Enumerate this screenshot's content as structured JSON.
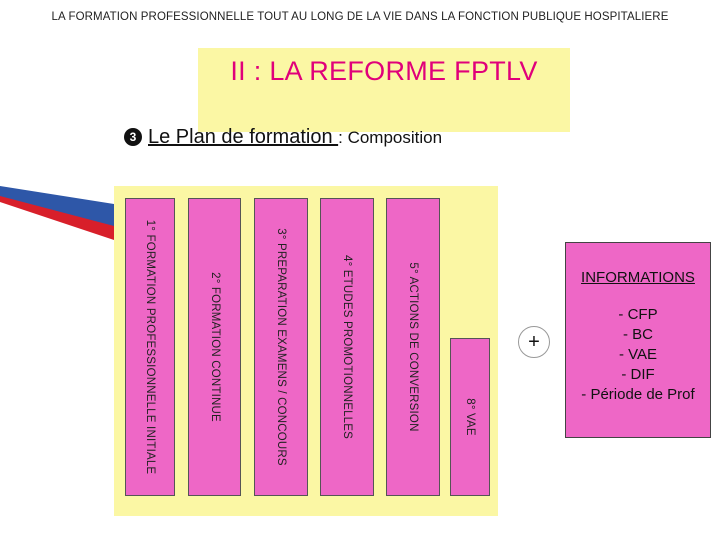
{
  "header": {
    "text": "LA FORMATION PROFESSIONNELLE TOUT AU LONG DE LA VIE DANS LA FONCTION PUBLIQUE HOSPITALIERE"
  },
  "title": {
    "text": "II : LA REFORME FPTLV"
  },
  "subtitle": {
    "number": "3",
    "underlined": "Le Plan de formation ",
    "rest": ": Composition"
  },
  "columns": [
    {
      "label": "1° FORMATION PROFESSIONNELLE INITIALE"
    },
    {
      "label": "2° FORMATION CONTINUE"
    },
    {
      "label": "3° PREPARATION EXAMENS / CONCOURS"
    },
    {
      "label": "4° ETUDES PROMOTIONNELLES"
    },
    {
      "label": "5° ACTIONS DE CONVERSION"
    },
    {
      "label": "8° VAE"
    }
  ],
  "plus": {
    "symbol": "+"
  },
  "informations": {
    "title": "INFORMATIONS",
    "items": [
      "- CFP",
      "- BC",
      "- VAE",
      "- DIF",
      "- Période de Prof"
    ]
  },
  "colors": {
    "title": "#e0007a",
    "yellow": "#fbf7a4",
    "pink": "#ee67c6",
    "decoration_blue": "#2e57a8",
    "decoration_red": "#d81f2a"
  }
}
